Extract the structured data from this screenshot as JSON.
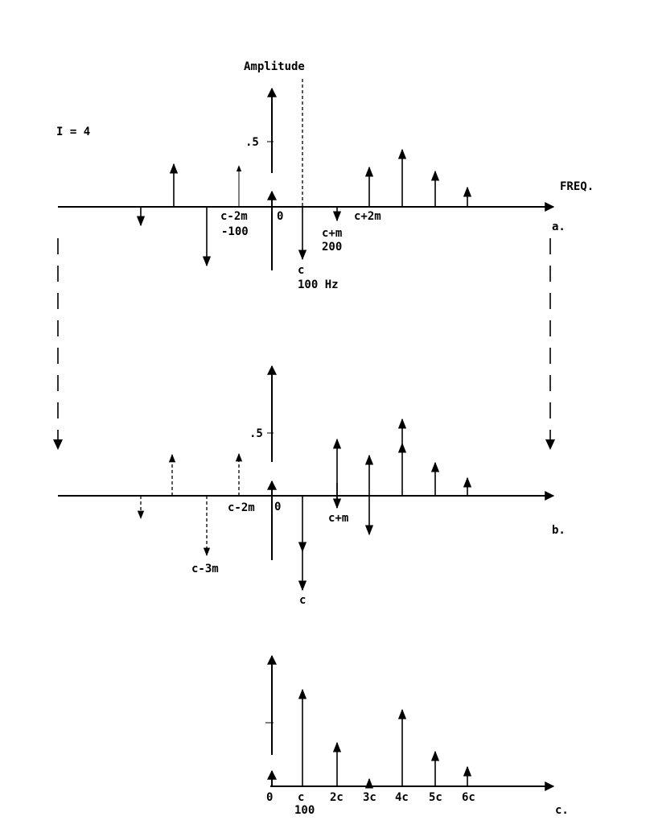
{
  "figure": {
    "amplitude_label": "Amplitude",
    "index_label": "I = 4",
    "freq_label": "FREQ.",
    "tick_label": ".5"
  },
  "panel_a": {
    "label": "a.",
    "labels": {
      "zero": "0",
      "c_minus_2m": "c-2m",
      "neg_100": "-100",
      "c_plus_m": "c+m",
      "val_200": "200",
      "c": "c",
      "hz_100": "100 Hz",
      "c_plus_2m": "c+2m"
    }
  },
  "panel_b": {
    "label": "b.",
    "labels": {
      "c_minus_2m": "c-2m",
      "zero": "0",
      "c_plus_m": "c+m",
      "c_minus_3m": "c-3m",
      "c": "c"
    }
  },
  "panel_c": {
    "label": "c.",
    "labels": {
      "zero": "0",
      "c": "c",
      "h2": "2c",
      "h3": "3c",
      "h4": "4c",
      "h5": "5c",
      "h6": "6c",
      "val_100": "100"
    }
  }
}
